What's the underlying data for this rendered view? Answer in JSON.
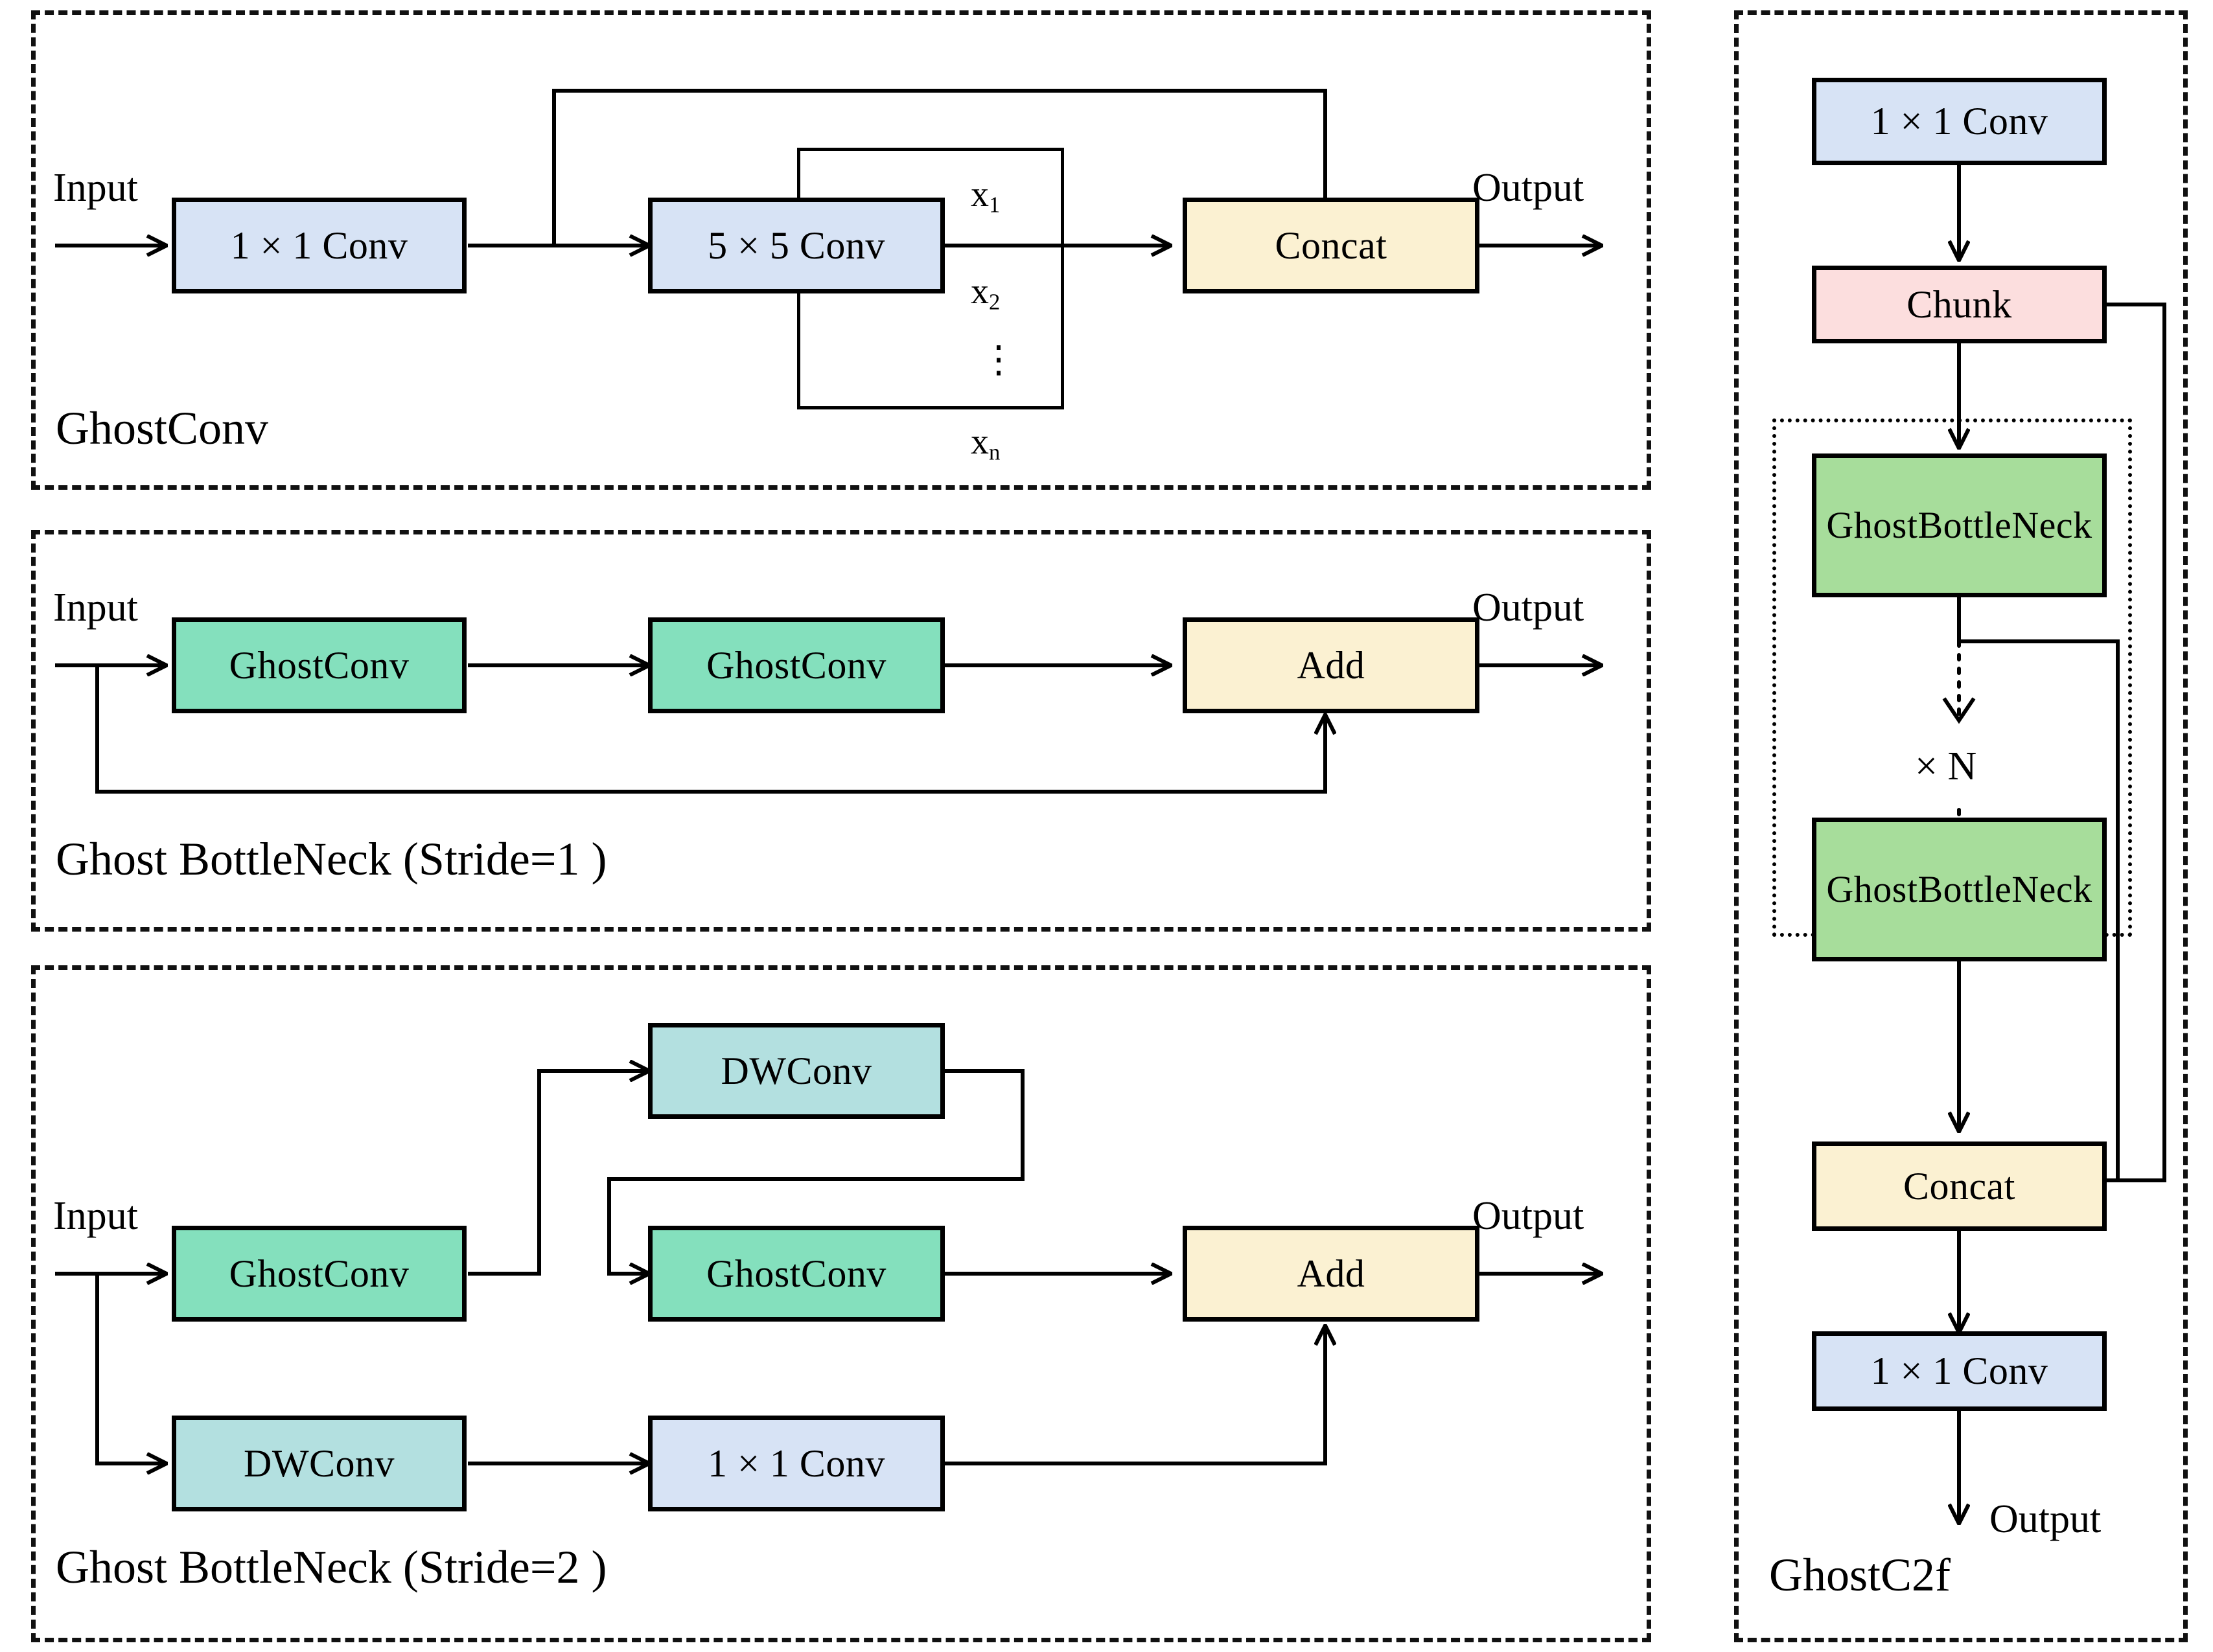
{
  "figure": {
    "title": "GhostConv / Ghost BottleNeck / GhostC2f architecture diagram",
    "panels": [
      {
        "id": "ghostconv",
        "title": "GhostConv",
        "io": {
          "input": "Input",
          "output": "Output"
        },
        "nodes": [
          {
            "id": "conv1x1",
            "label": "1 × 1 Conv",
            "color": "#d7e3f5"
          },
          {
            "id": "conv5x5",
            "label": "5 × 5 Conv",
            "color": "#d7e3f5"
          },
          {
            "id": "concat",
            "label": "Concat",
            "color": "#fbf1d2"
          }
        ],
        "branch_labels": [
          "x1",
          "x2",
          "xn"
        ],
        "ellipsis": "⋮"
      },
      {
        "id": "ghost-bottleneck-s1",
        "title": "Ghost BottleNeck (Stride=1 )",
        "io": {
          "input": "Input",
          "output": "Output"
        },
        "nodes": [
          {
            "id": "ghostconv-a",
            "label": "GhostConv",
            "color": "#84e0bd"
          },
          {
            "id": "ghostconv-b",
            "label": "GhostConv",
            "color": "#84e0bd"
          },
          {
            "id": "add",
            "label": "Add",
            "color": "#fbf1d2"
          }
        ]
      },
      {
        "id": "ghost-bottleneck-s2",
        "title": "Ghost BottleNeck (Stride=2 )",
        "io": {
          "input": "Input",
          "output": "Output"
        },
        "nodes": [
          {
            "id": "ghostconv-main",
            "label": "GhostConv",
            "color": "#84e0bd"
          },
          {
            "id": "dwconv-top",
            "label": "DWConv",
            "color": "#b3e0e0"
          },
          {
            "id": "ghostconv-mid",
            "label": "GhostConv",
            "color": "#84e0bd"
          },
          {
            "id": "add",
            "label": "Add",
            "color": "#fbf1d2"
          },
          {
            "id": "dwconv-bot",
            "label": "DWConv",
            "color": "#b3e0e0"
          },
          {
            "id": "conv1x1-bot",
            "label": "1 × 1 Conv",
            "color": "#d7e3f5"
          }
        ]
      },
      {
        "id": "ghostc2f",
        "title": "GhostC2f",
        "io": {
          "output": "Output"
        },
        "repeat_label": "× N",
        "nodes": [
          {
            "id": "conv1x1-top",
            "label": "1 × 1 Conv",
            "color": "#d7e3f5"
          },
          {
            "id": "chunk",
            "label": "Chunk",
            "color": "#fcdede"
          },
          {
            "id": "bottleneck-1",
            "label": "Ghost\nBottleNeck",
            "color": "#a7dd9b"
          },
          {
            "id": "bottleneck-n",
            "label": "Ghost\nBottleNeck",
            "color": "#a7dd9b"
          },
          {
            "id": "concat",
            "label": "Concat",
            "color": "#fbf1d2"
          },
          {
            "id": "conv1x1-bot",
            "label": "1 × 1 Conv",
            "color": "#d7e3f5"
          }
        ]
      }
    ],
    "colors": {
      "conv_blue": "#d7e3f5",
      "concat_cream": "#fbf1d2",
      "ghostconv_mint": "#84e0bd",
      "dwconv_cyan": "#b3e0e0",
      "bottleneck_green": "#a7dd9b",
      "chunk_pink": "#fcdede",
      "stroke": "#000000"
    }
  }
}
